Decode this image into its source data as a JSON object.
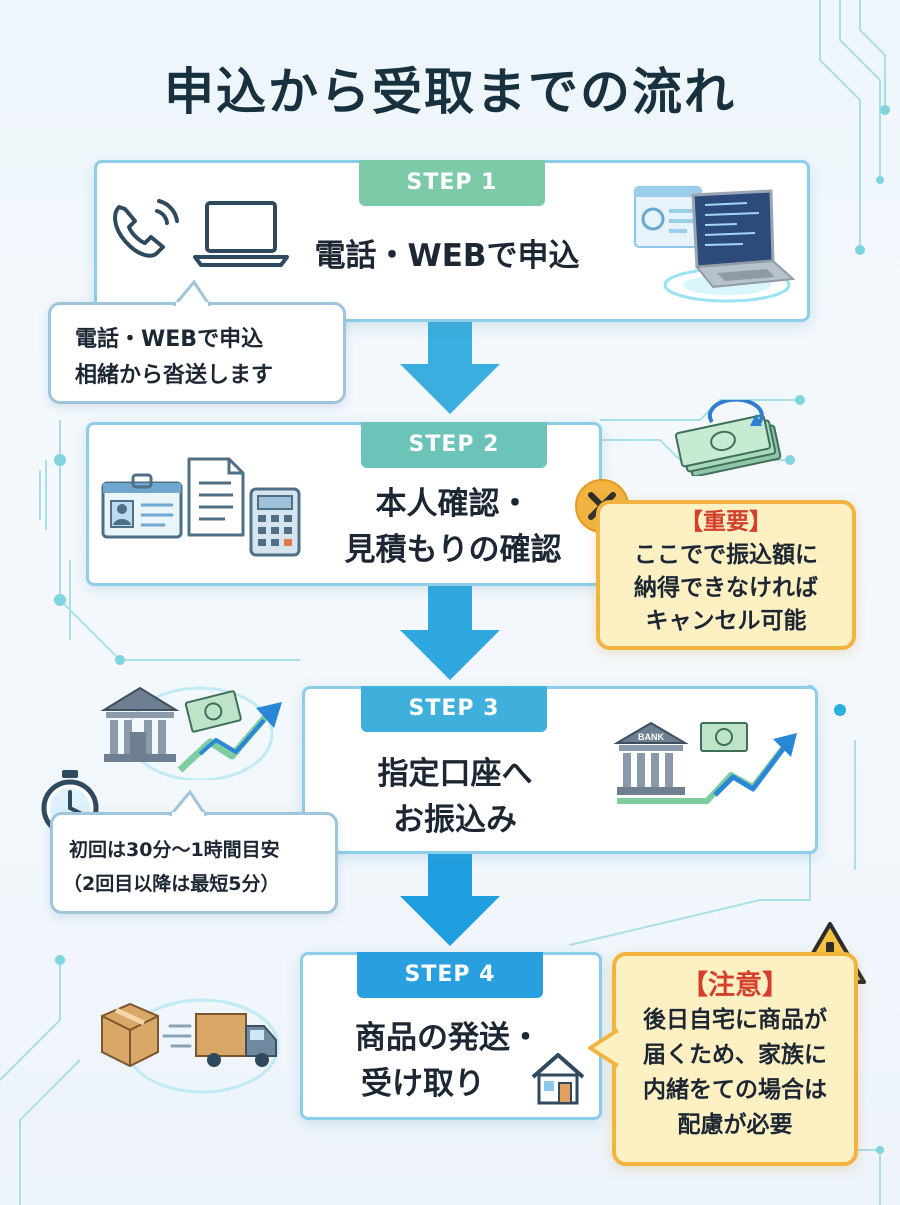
{
  "title": "申込から受取までの流れ",
  "steps": [
    {
      "label": "STEP 1",
      "text": [
        "電話・WEBで申込"
      ]
    },
    {
      "label": "STEP 2",
      "text": [
        "本人確認・",
        "見積もりの確認"
      ]
    },
    {
      "label": "STEP 3",
      "text": [
        "指定口座へ",
        "お振込み"
      ]
    },
    {
      "label": "STEP 4",
      "text": [
        "商品の発送・",
        "受け取り"
      ]
    }
  ],
  "bubbles": {
    "step1": [
      "電話・WEBで申込",
      "相緒から沓送します"
    ],
    "step3": [
      "初回は30分〜1時間目安",
      "（2回目以降は最短5分）"
    ]
  },
  "notes": {
    "important": {
      "tag": "【重要】",
      "lines": [
        "ここでで振込額に",
        "納得できなければ",
        "キャンセル可能"
      ]
    },
    "caution": {
      "tag": "【注意】",
      "lines": [
        "後日自宅に商品が",
        "届くため、家族に",
        "内緒をての場合は",
        "配慮が必要"
      ]
    }
  },
  "icons": {
    "bank_label": "BANK"
  },
  "colors": {
    "tab1": "#7ccaa8",
    "tab2": "#6cc3b7",
    "tab3": "#3fb0dc",
    "tab4": "#2a9fe0",
    "arrow": "#2aa4e0",
    "note_border": "#f3b341",
    "note_tag": "#d4402c"
  }
}
